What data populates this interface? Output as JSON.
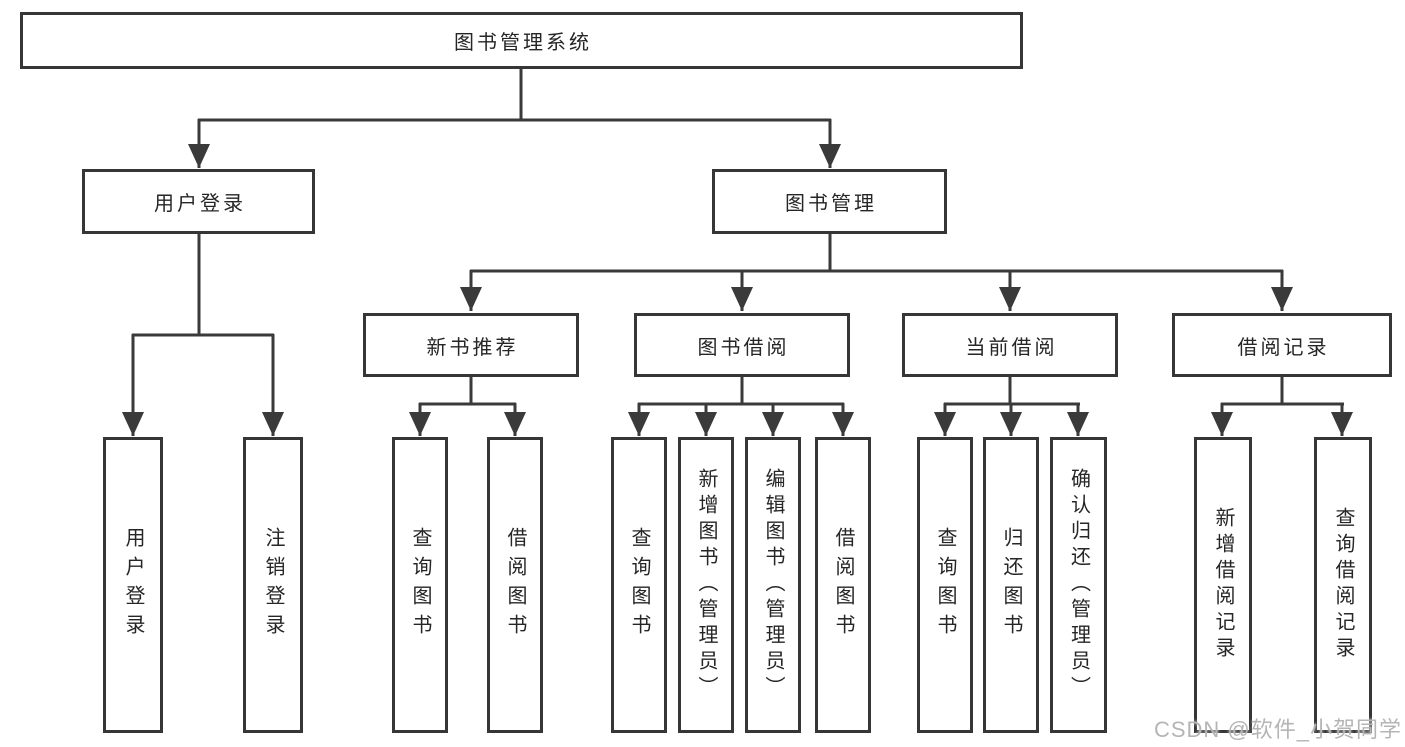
{
  "tree": {
    "root": {
      "label": "图书管理系统"
    },
    "branches": [
      {
        "label": "用户登录",
        "children": [
          {
            "label": "用户登录"
          },
          {
            "label": "注销登录"
          }
        ]
      },
      {
        "label": "图书管理",
        "children": [
          {
            "label": "新书推荐",
            "children": [
              {
                "label": "查询图书"
              },
              {
                "label": "借阅图书"
              }
            ]
          },
          {
            "label": "图书借阅",
            "children": [
              {
                "label": "查询图书"
              },
              {
                "label": "新增图书（管理员）"
              },
              {
                "label": "编辑图书（管理员）"
              },
              {
                "label": "借阅图书"
              }
            ]
          },
          {
            "label": "当前借阅",
            "children": [
              {
                "label": "查询图书"
              },
              {
                "label": "归还图书"
              },
              {
                "label": "确认归还（管理员）"
              }
            ]
          },
          {
            "label": "借阅记录",
            "children": [
              {
                "label": "新增借阅记录"
              },
              {
                "label": "查询借阅记录"
              }
            ]
          }
        ]
      }
    ]
  },
  "watermark": {
    "text": "CSDN @软件_小贺同学"
  },
  "colors": {
    "line": "#3a3a3a",
    "box_border": "#363636",
    "text": "#262626",
    "background": "#ffffff",
    "watermark": "#b5b5b5"
  }
}
